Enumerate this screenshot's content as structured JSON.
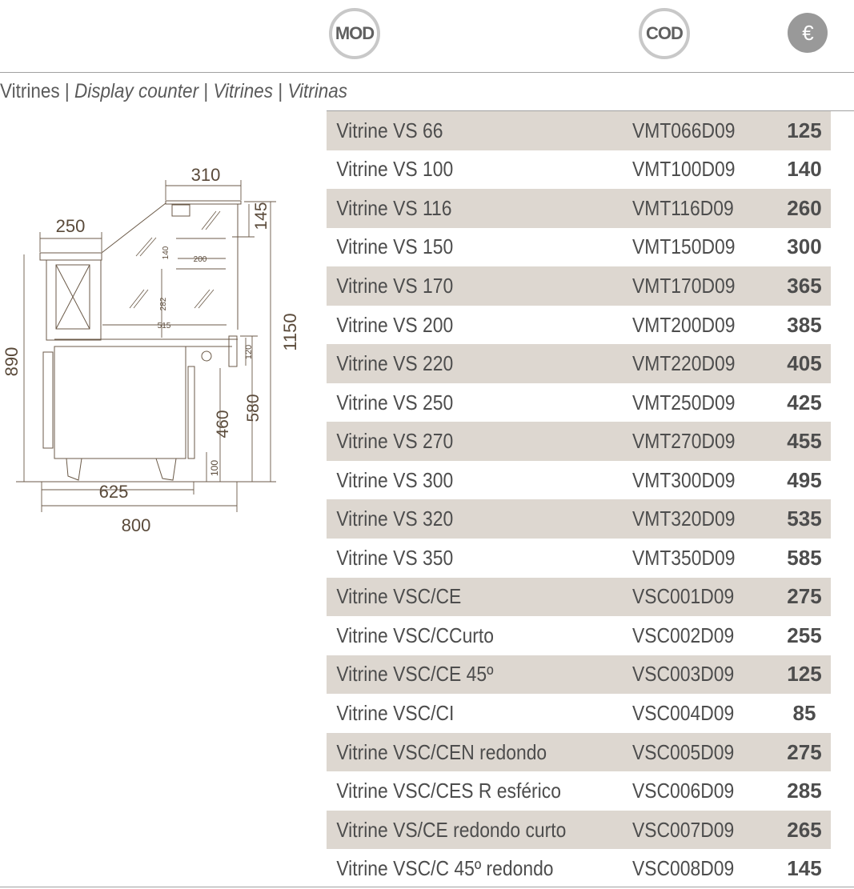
{
  "header": {
    "mod_label": "MOD",
    "cod_label": "COD",
    "price_label": "€"
  },
  "section": {
    "fr": "Vitrines",
    "sep": "|",
    "en": "Display counter",
    "pt": "Vitrines",
    "es": "Vitrinas"
  },
  "drawing": {
    "dims": {
      "top_width": "310",
      "counter_width": "250",
      "glass_height": "145",
      "shelf_gap": "140",
      "shelf_width": "200",
      "inner_height": "282",
      "inner_width": "515",
      "height_counter": "890",
      "height_total": "1150",
      "front_drop": "120",
      "height_580": "580",
      "height_460": "460",
      "foot": "100",
      "depth_625": "625",
      "depth_800": "800"
    }
  },
  "colors": {
    "shade": "#ddd7d0",
    "line": "#6b5a48"
  },
  "rows": [
    {
      "name": "Vitrine VS 66",
      "code": "VMT066D09",
      "price": "125"
    },
    {
      "name": "Vitrine VS 100",
      "code": "VMT100D09",
      "price": "140"
    },
    {
      "name": "Vitrine VS 116",
      "code": "VMT116D09",
      "price": "260"
    },
    {
      "name": "Vitrine VS 150",
      "code": "VMT150D09",
      "price": "300"
    },
    {
      "name": "Vitrine VS 170",
      "code": "VMT170D09",
      "price": "365"
    },
    {
      "name": "Vitrine VS 200",
      "code": "VMT200D09",
      "price": "385"
    },
    {
      "name": "Vitrine VS 220",
      "code": "VMT220D09",
      "price": "405"
    },
    {
      "name": "Vitrine VS 250",
      "code": "VMT250D09",
      "price": "425"
    },
    {
      "name": "Vitrine VS 270",
      "code": "VMT270D09",
      "price": "455"
    },
    {
      "name": "Vitrine VS 300",
      "code": "VMT300D09",
      "price": "495"
    },
    {
      "name": "Vitrine VS 320",
      "code": "VMT320D09",
      "price": "535"
    },
    {
      "name": "Vitrine VS 350",
      "code": "VMT350D09",
      "price": "585"
    },
    {
      "name": "Vitrine VSC/CE",
      "code": "VSC001D09",
      "price": "275"
    },
    {
      "name": "Vitrine VSC/CCurto",
      "code": "VSC002D09",
      "price": "255"
    },
    {
      "name": "Vitrine VSC/CE 45º",
      "code": "VSC003D09",
      "price": "125"
    },
    {
      "name": "Vitrine VSC/CI",
      "code": "VSC004D09",
      "price": "85"
    },
    {
      "name": "Vitrine VSC/CEN redondo",
      "code": "VSC005D09",
      "price": "275"
    },
    {
      "name": "Vitrine VSC/CES R esférico",
      "code": "VSC006D09",
      "price": "285"
    },
    {
      "name": "Vitrine VS/CE redondo curto",
      "code": "VSC007D09",
      "price": "265"
    },
    {
      "name": "Vitrine VSC/C 45º redondo",
      "code": "VSC008D09",
      "price": "145"
    }
  ]
}
